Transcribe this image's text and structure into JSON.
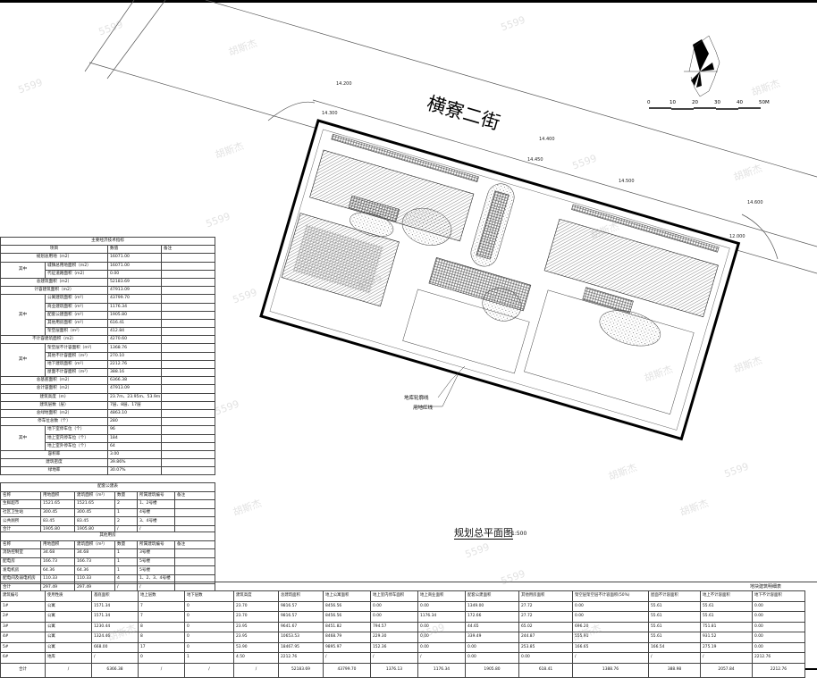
{
  "drawing": {
    "title": "规划总平面图",
    "scale": "1:500",
    "road_name": "横寮二街",
    "labels": {
      "basement_line": "地库轮廓线",
      "red_line": "用地红线"
    },
    "scale_bar": [
      "0",
      "10",
      "20",
      "30",
      "40",
      "50M"
    ],
    "elevations": [
      "14.200",
      "14.300",
      "14.400",
      "14.450",
      "14.500",
      "14.600",
      "12.000"
    ]
  },
  "main_table": {
    "title": "主要经济技术指标",
    "headers": [
      "项目",
      "数值",
      "备注"
    ],
    "rows": [
      {
        "label": "规划总用地（m2）",
        "value": "16071.00"
      },
      {
        "group": "其中",
        "items": [
          {
            "label": "城镇总用地面积（m2）",
            "value": "16071.00"
          },
          {
            "label": "代征道路面积（m2）",
            "value": "0.00"
          }
        ]
      },
      {
        "label": "总建筑面积（m2）",
        "value": "52183.69"
      },
      {
        "label": "计容建筑面积（m2）",
        "value": "47913.09"
      },
      {
        "group": "其中",
        "items": [
          {
            "label": "公寓建筑面积（m²）",
            "value": "43799.70"
          },
          {
            "label": "商业建筑面积（m²）",
            "value": "1176.34"
          },
          {
            "label": "配套公建面积（m²）",
            "value": "1905.80"
          },
          {
            "label": "其他用房面积（m²）",
            "value": "616.41"
          },
          {
            "label": "架空层面积（m²）",
            "value": "412.84"
          }
        ]
      },
      {
        "label": "不计容建筑面积（m2）",
        "value": "4270.60"
      },
      {
        "group": "其中",
        "items": [
          {
            "label": "架空层不计容面积（m²）",
            "value": "1368.76"
          },
          {
            "label": "其他不计容面积（m²）",
            "value": "270.10"
          },
          {
            "label": "地下建筑面积（m²）",
            "value": "2212.76"
          },
          {
            "label": "屋面不计容面积（m²）",
            "value": "388.16"
          }
        ]
      },
      {
        "label": "总基底面积（m2）",
        "value": "6366.38"
      },
      {
        "label": "总计容面积（m2）",
        "value": "47913.09"
      },
      {
        "label": "建筑高度（m）",
        "value": "23.7m、23.95m、53.9m"
      },
      {
        "label": "建筑层数（层）",
        "value": "7层、8层、17层"
      },
      {
        "label": "总绿地面积（m2）",
        "value": "4863.10"
      },
      {
        "label": "停车位总数（个）",
        "value": "280"
      },
      {
        "group": "其中",
        "items": [
          {
            "label": "地下室停车位（个）",
            "value": "96"
          },
          {
            "label": "地上室内停车位（个）",
            "value": "184"
          },
          {
            "label": "地上室外停车位（个）",
            "value": "64"
          }
        ]
      },
      {
        "label": "容积率",
        "value": "3.00"
      },
      {
        "label": "建筑密度",
        "value": "39.86%"
      },
      {
        "label": "绿地率",
        "value": "30.07%"
      }
    ]
  },
  "public_table": {
    "title": "配套公建表",
    "headers": [
      "名称",
      "用地面积",
      "建筑面积（m²）",
      "数量",
      "所属建筑编号",
      "备注"
    ],
    "rows": [
      [
        "生鲜超市",
        "1521.65",
        "1521.65",
        "2",
        "1、2号楼",
        ""
      ],
      [
        "社区卫生站",
        "300.45",
        "300.45",
        "1",
        "4号楼",
        ""
      ],
      [
        "公共厕所",
        "83.45",
        "83.45",
        "2",
        "3、4号楼",
        ""
      ],
      [
        "合计",
        "1905.80",
        "1905.80",
        "/",
        "/",
        ""
      ]
    ]
  },
  "other_table": {
    "title": "其他用房",
    "headers": [
      "名称",
      "用地面积",
      "建筑面积（m²）",
      "数量",
      "所属建筑编号",
      "备注"
    ],
    "rows": [
      [
        "消防控制室",
        "34.68",
        "34.68",
        "1",
        "3号楼",
        ""
      ],
      [
        "配电房",
        "166.73",
        "166.73",
        "1",
        "5号楼",
        ""
      ],
      [
        "发电机房",
        "64.36",
        "64.36",
        "1",
        "5号楼",
        ""
      ],
      [
        "配电间及弱电机房",
        "110.33",
        "110.33",
        "4",
        "1、2、3、4号楼",
        ""
      ],
      [
        "合计",
        "297.49",
        "297.49",
        "/",
        "/",
        ""
      ]
    ]
  },
  "detail_table": {
    "title": "地块建筑明细表",
    "headers": [
      "建筑编号",
      "使用性质",
      "基底面积",
      "地上层数",
      "地下层数",
      "建筑高度",
      "总建筑面积",
      "地上公寓面积",
      "地上室内停车面积",
      "地上商业面积",
      "配套公建面积",
      "其他用房面积",
      "架空层架空层不计容面积(50%)",
      "屋面不计容面积",
      "地上不计容面积",
      "地下不计容面积"
    ],
    "rows": [
      [
        "1#",
        "公寓",
        "1571.34",
        "7",
        "0",
        "23.70",
        "9816.57",
        "8456.56",
        "0.00",
        "0.00",
        "1349.00",
        "27.72",
        "0.00",
        "55.61",
        "55.61",
        "0.00"
      ],
      [
        "2#",
        "公寓",
        "1571.34",
        "7",
        "0",
        "23.70",
        "9816.57",
        "8456.56",
        "0.00",
        "1176.34",
        "172.66",
        "27.72",
        "0.00",
        "55.61",
        "55.61",
        "0.00"
      ],
      [
        "3#",
        "公寓",
        "1230.44",
        "8",
        "0",
        "23.95",
        "9641.67",
        "8451.82",
        "794.57",
        "0.00",
        "44.65",
        "65.02",
        "696.20",
        "55.61",
        "751.81",
        "0.00"
      ],
      [
        "4#",
        "公寓",
        "1324.46",
        "8",
        "0",
        "23.95",
        "10653.53",
        "8468.79",
        "229.30",
        "0.00",
        "339.49",
        "244.87",
        "555.91",
        "55.61",
        "931.52",
        "0.00"
      ],
      [
        "5#",
        "公寓",
        "668.00",
        "17",
        "0",
        "53.90",
        "18467.95",
        "9895.97",
        "152.36",
        "0.00",
        "0.00",
        "253.85",
        "166.65",
        "166.54",
        "275.19",
        "0.00"
      ],
      [
        "6#",
        "地库",
        "/",
        "0",
        "1",
        "4.50",
        "2212.76",
        "/",
        "/",
        "/",
        "0.00",
        "0.00",
        "/",
        "/",
        "/",
        "2212.76"
      ]
    ],
    "total": [
      "合计",
      "/",
      "6366.38",
      "/",
      "/",
      "/",
      "52183.69",
      "43799.70",
      "1376.13",
      "1176.34",
      "1905.80",
      "618.41",
      "1388.76",
      "388.98",
      "2057.84",
      "2212.76"
    ]
  },
  "watermarks": [
    "5599",
    "胡斯杰"
  ]
}
